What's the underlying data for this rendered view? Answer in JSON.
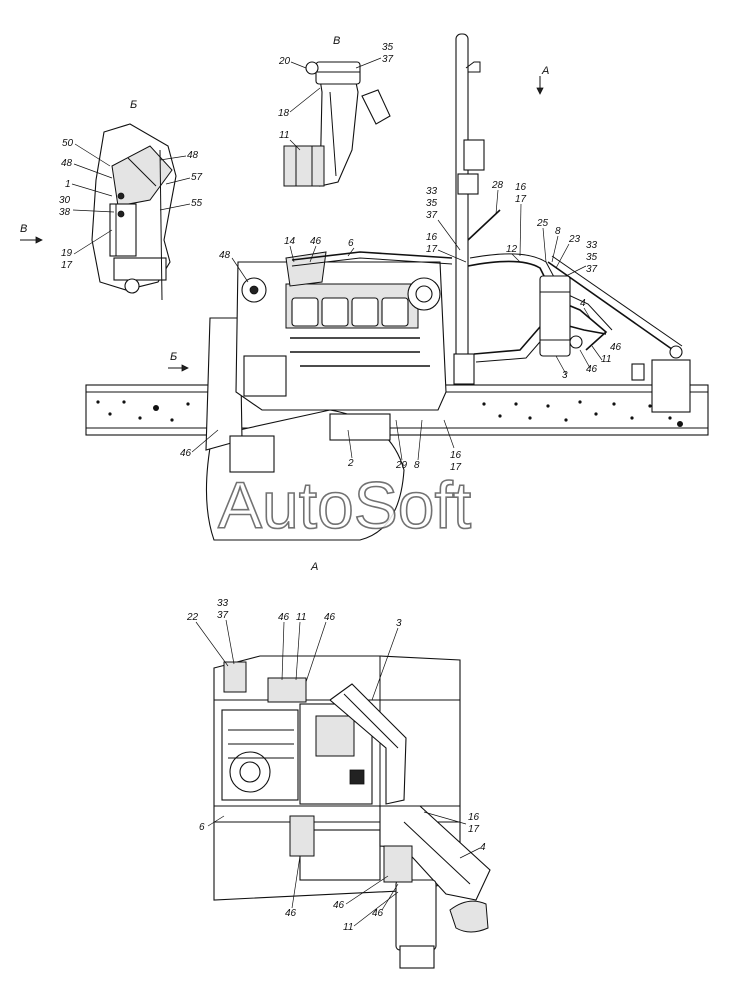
{
  "watermark": "AutoSoft",
  "views": {
    "view_v_title": "В",
    "view_b_title": "Б",
    "main_arrow_a": "А",
    "main_arrow_b": "Б",
    "left_arrow_v": "В",
    "bottom_view_title": "А"
  },
  "labels": {
    "vv_20": "20",
    "vv_35": "35",
    "vv_37": "37",
    "vv_18": "18",
    "vv_11": "11",
    "vb_50": "50",
    "vb_48a": "48",
    "vb_48b": "48",
    "vb_1": "1",
    "vb_57": "57",
    "vb_30": "30",
    "vb_38": "38",
    "vb_55": "55",
    "vb_19": "19",
    "vb_17": "17",
    "m_48": "48",
    "m_14": "14",
    "m_46a": "46",
    "m_6": "6",
    "m_33": "33",
    "m_35a": "35",
    "m_37a": "37",
    "m_16a": "16",
    "m_17a": "17",
    "m_28": "28",
    "m_16b": "16",
    "m_17b": "17",
    "m_25": "25",
    "m_8a": "8",
    "m_12": "12",
    "m_23": "23",
    "m_33b": "33",
    "m_35b": "35",
    "m_37b": "37",
    "m_4": "4",
    "m_46b": "46",
    "m_11": "11",
    "m_46c": "46",
    "m_3": "3",
    "m_46d": "46",
    "m_2": "2",
    "m_29": "29",
    "m_8b": "8",
    "m_16c": "16",
    "m_17c": "17",
    "b_22": "22",
    "b_33": "33",
    "b_37": "37",
    "b_46a": "46",
    "b_11a": "11",
    "b_46b": "46",
    "b_3": "3",
    "b_6": "6",
    "b_16": "16",
    "b_17": "17",
    "b_4": "4",
    "b_46c": "46",
    "b_46d": "46",
    "b_46e": "46",
    "b_11b": "11"
  }
}
